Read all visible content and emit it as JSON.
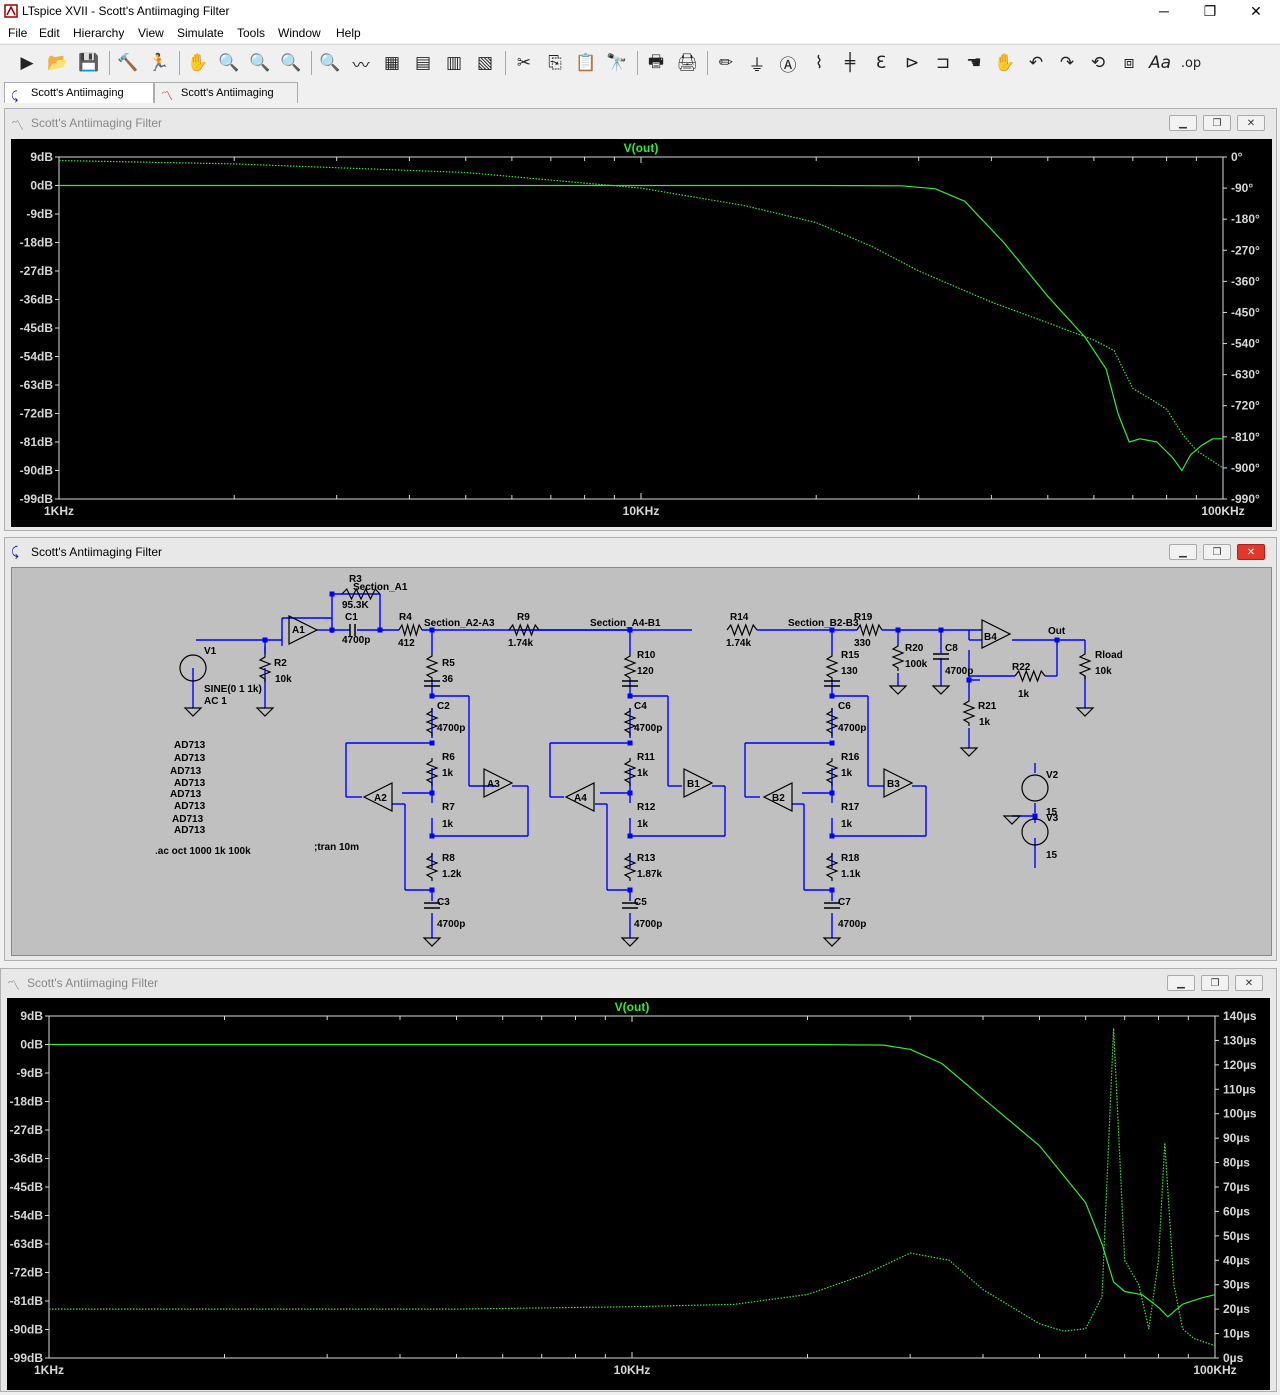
{
  "app": {
    "window_title": "LTspice XVII - Scott's Antiimaging Filter",
    "min_glyph": "─",
    "max_glyph": "❐",
    "close_glyph": "✕"
  },
  "menu": [
    "File",
    "Edit",
    "Hierarchy",
    "View",
    "Simulate",
    "Tools",
    "Window",
    "Help"
  ],
  "toolbar_icons": [
    "run-icon",
    "open-icon",
    "save-icon",
    "control-panel-icon",
    "halt-icon",
    "pan-icon",
    "zoom-in-icon",
    "zoom-full-icon",
    "zoom-out-icon",
    "zoom-fit-icon",
    "autoscale-icon",
    "plot-settings-icon",
    "tile-horizontal-icon",
    "cascade-icon",
    "tile-vertical-icon",
    "cut-icon",
    "copy-icon",
    "paste-icon",
    "find-icon",
    "print-icon",
    "print-setup-icon",
    "pencil-icon",
    "ground-icon",
    "label-icon",
    "resistor-icon",
    "capacitor-icon",
    "inductor-icon",
    "diode-icon",
    "component-icon",
    "move-icon",
    "drag-icon",
    "undo-icon",
    "redo-icon",
    "rotate-icon",
    "mirror-icon",
    "text-icon",
    "spice-directive-icon"
  ],
  "toolbar_glyphs": [
    "▶",
    "📂",
    "💾",
    "🔨",
    "🏃",
    "✋",
    "🔍",
    "🔍",
    "🔍",
    "🔍",
    "〰",
    "▦",
    "▤",
    "▥",
    "▧",
    "✂",
    "⎘",
    "📋",
    "🔭",
    "🖶",
    "🖨",
    "✏",
    "⏚",
    "Ⓐ",
    "⌇",
    "╪",
    "Ɛ",
    "⊳",
    "⊐",
    "☚",
    "✋",
    "↶",
    "↷",
    "⟲",
    "⧈",
    "Aa",
    ".op"
  ],
  "tabs": [
    {
      "label": "Scott's Antiimaging Filter",
      "icon": "schematic-icon",
      "glyph": "⤹"
    },
    {
      "label": "Scott's Antiimaging Filter",
      "icon": "waveform-icon",
      "glyph": "〽"
    }
  ],
  "windows": [
    {
      "title": "Scott's Antiimaging Filter",
      "glyph": "〽"
    },
    {
      "title": "Scott's Antiimaging Filter",
      "glyph": "⤹"
    },
    {
      "title": "Scott's Antiimaging Filter",
      "glyph": "〽"
    }
  ],
  "colors": {
    "trace": "#39e839",
    "axis": "#d8d8d8",
    "plot_bg": "#000000",
    "wire": "#0000ff",
    "schem_bg": "#c0c0c0"
  },
  "chart_data": [
    {
      "type": "line",
      "title": "V(out)",
      "x_scale": "log",
      "xlim": [
        1000,
        100000
      ],
      "x_ticks": [
        "1KHz",
        "10KHz",
        "100KHz"
      ],
      "y_ticks": [
        "9dB",
        "0dB",
        "-9dB",
        "-18dB",
        "-27dB",
        "-36dB",
        "-45dB",
        "-54dB",
        "-63dB",
        "-72dB",
        "-81dB",
        "-90dB",
        "-99dB"
      ],
      "ylim": [
        -99,
        9
      ],
      "y2_ticks": [
        "0°",
        "-90°",
        "-180°",
        "-270°",
        "-360°",
        "-450°",
        "-540°",
        "-630°",
        "-720°",
        "-810°",
        "-900°",
        "-990°"
      ],
      "y2lim": [
        -990,
        0
      ],
      "series": [
        {
          "style": "solid",
          "axis": "left",
          "x": [
            1000,
            5000,
            10000,
            20000,
            28000,
            32000,
            36000,
            42000,
            50000,
            58000,
            63000,
            66000,
            69000,
            72000,
            77000,
            82000,
            85000,
            88000,
            92000,
            96000,
            100000
          ],
          "values": [
            0,
            0,
            0,
            0,
            -0.1,
            -1,
            -5,
            -18,
            -35,
            -48,
            -58,
            -72,
            -81,
            -80,
            -81,
            -86,
            -90,
            -85,
            -82,
            -80,
            -80
          ]
        },
        {
          "style": "dotted",
          "axis": "right",
          "x": [
            1000,
            2000,
            5000,
            10000,
            15000,
            20000,
            25000,
            30000,
            40000,
            50000,
            60000,
            65000,
            70000,
            75000,
            80000,
            85000,
            90000,
            100000
          ],
          "values": [
            -10,
            -20,
            -45,
            -90,
            -140,
            -190,
            -260,
            -330,
            -420,
            -480,
            -530,
            -560,
            -670,
            -700,
            -730,
            -800,
            -850,
            -900
          ]
        }
      ]
    },
    {
      "type": "line",
      "title": "V(out)",
      "x_scale": "log",
      "xlim": [
        1000,
        100000
      ],
      "x_ticks": [
        "1KHz",
        "10KHz",
        "100KHz"
      ],
      "y_ticks": [
        "9dB",
        "0dB",
        "-9dB",
        "-18dB",
        "-27dB",
        "-36dB",
        "-45dB",
        "-54dB",
        "-63dB",
        "-72dB",
        "-81dB",
        "-90dB",
        "-99dB"
      ],
      "ylim": [
        -99,
        9
      ],
      "y2_ticks": [
        "140µs",
        "130µs",
        "120µs",
        "110µs",
        "100µs",
        "90µs",
        "80µs",
        "70µs",
        "60µs",
        "50µs",
        "40µs",
        "30µs",
        "20µs",
        "10µs",
        "0µs"
      ],
      "y2lim": [
        0,
        140
      ],
      "series": [
        {
          "style": "solid",
          "axis": "left",
          "x": [
            1000,
            5000,
            10000,
            20000,
            27000,
            30000,
            34000,
            40000,
            50000,
            60000,
            64000,
            67000,
            70000,
            75000,
            80000,
            83000,
            88000,
            95000,
            100000
          ],
          "values": [
            0,
            0,
            0,
            0,
            -0.2,
            -1.5,
            -6,
            -17,
            -32,
            -50,
            -63,
            -75,
            -78,
            -79,
            -83,
            -86,
            -82,
            -80,
            -79
          ]
        },
        {
          "style": "dotted",
          "axis": "right",
          "x": [
            1000,
            5000,
            10000,
            15000,
            20000,
            25000,
            30000,
            35000,
            40000,
            50000,
            55000,
            60000,
            64000,
            67000,
            70000,
            74000,
            77000,
            80000,
            82000,
            85000,
            88000,
            92000,
            100000
          ],
          "values": [
            20,
            20,
            21,
            22,
            26,
            34,
            43,
            40,
            28,
            14,
            11,
            12,
            25,
            135,
            40,
            30,
            12,
            40,
            88,
            30,
            12,
            8,
            5
          ]
        }
      ]
    }
  ],
  "schematic": {
    "labels": [
      {
        "id": "r3",
        "text": "R3"
      },
      {
        "id": "section_a1",
        "text": "Section_A1"
      },
      {
        "id": "r3v",
        "text": "95.3K"
      },
      {
        "id": "c1",
        "text": "C1"
      },
      {
        "id": "c1v",
        "text": "4700p"
      },
      {
        "id": "r4",
        "text": "R4"
      },
      {
        "id": "r4v",
        "text": "412"
      },
      {
        "id": "sec_a2a3",
        "text": "Section_A2-A3"
      },
      {
        "id": "r9",
        "text": "R9"
      },
      {
        "id": "r9v",
        "text": "1.74k"
      },
      {
        "id": "sec_a4b1",
        "text": "Section_A4-B1"
      },
      {
        "id": "r14",
        "text": "R14"
      },
      {
        "id": "r14v",
        "text": "1.74k"
      },
      {
        "id": "sec_b2b3",
        "text": "Section_B2-B3"
      },
      {
        "id": "r19",
        "text": "R19"
      },
      {
        "id": "r19v",
        "text": "330"
      },
      {
        "id": "v1",
        "text": "V1"
      },
      {
        "id": "r2",
        "text": "R2"
      },
      {
        "id": "r2v",
        "text": "10k"
      },
      {
        "id": "sine",
        "text": "SINE(0 1 1k)"
      },
      {
        "id": "ac1",
        "text": "AC 1"
      },
      {
        "id": "a1",
        "text": "A1"
      },
      {
        "id": "r5",
        "text": "R5"
      },
      {
        "id": "r5v",
        "text": "36"
      },
      {
        "id": "c2",
        "text": "C2"
      },
      {
        "id": "c2v",
        "text": "4700p"
      },
      {
        "id": "r6",
        "text": "R6"
      },
      {
        "id": "r6v",
        "text": "1k"
      },
      {
        "id": "r7",
        "text": "R7"
      },
      {
        "id": "r7v",
        "text": "1k"
      },
      {
        "id": "r8",
        "text": "R8"
      },
      {
        "id": "r8v",
        "text": "1.2k"
      },
      {
        "id": "c3",
        "text": "C3"
      },
      {
        "id": "c3v",
        "text": "4700p"
      },
      {
        "id": "a2",
        "text": "A2"
      },
      {
        "id": "a3",
        "text": "A3"
      },
      {
        "id": "r10",
        "text": "R10"
      },
      {
        "id": "r10v",
        "text": "120"
      },
      {
        "id": "c4",
        "text": "C4"
      },
      {
        "id": "c4v",
        "text": "4700p"
      },
      {
        "id": "r11",
        "text": "R11"
      },
      {
        "id": "r11v",
        "text": "1k"
      },
      {
        "id": "r12",
        "text": "R12"
      },
      {
        "id": "r12v",
        "text": "1k"
      },
      {
        "id": "r13",
        "text": "R13"
      },
      {
        "id": "r13v",
        "text": "1.87k"
      },
      {
        "id": "c5",
        "text": "C5"
      },
      {
        "id": "c5v",
        "text": "4700p"
      },
      {
        "id": "a4",
        "text": "A4"
      },
      {
        "id": "b1",
        "text": "B1"
      },
      {
        "id": "r15",
        "text": "R15"
      },
      {
        "id": "r15v",
        "text": "130"
      },
      {
        "id": "c6",
        "text": "C6"
      },
      {
        "id": "c6v",
        "text": "4700p"
      },
      {
        "id": "r16",
        "text": "R16"
      },
      {
        "id": "r16v",
        "text": "1k"
      },
      {
        "id": "r17",
        "text": "R17"
      },
      {
        "id": "r17v",
        "text": "1k"
      },
      {
        "id": "r18",
        "text": "R18"
      },
      {
        "id": "r18v",
        "text": "1.1k"
      },
      {
        "id": "c7",
        "text": "C7"
      },
      {
        "id": "c7v",
        "text": "4700p"
      },
      {
        "id": "b2",
        "text": "B2"
      },
      {
        "id": "b3",
        "text": "B3"
      },
      {
        "id": "r20",
        "text": "R20"
      },
      {
        "id": "r20v",
        "text": "100k"
      },
      {
        "id": "c8",
        "text": "C8"
      },
      {
        "id": "c8v",
        "text": "4700p"
      },
      {
        "id": "b4",
        "text": "B4"
      },
      {
        "id": "out",
        "text": "Out"
      },
      {
        "id": "rload",
        "text": "Rload"
      },
      {
        "id": "rloadv",
        "text": "10k"
      },
      {
        "id": "r22",
        "text": "R22"
      },
      {
        "id": "r22v",
        "text": "1k"
      },
      {
        "id": "r21",
        "text": "R21"
      },
      {
        "id": "r21v",
        "text": "1k"
      },
      {
        "id": "v2",
        "text": "V2"
      },
      {
        "id": "v2v",
        "text": "15"
      },
      {
        "id": "v3",
        "text": "V3"
      },
      {
        "id": "v3v",
        "text": "15"
      },
      {
        "id": "ad1",
        "text": "AD713"
      },
      {
        "id": "ad2",
        "text": "AD713"
      },
      {
        "id": "ad3",
        "text": "AD713"
      },
      {
        "id": "ad4",
        "text": "AD713"
      },
      {
        "id": "ad5",
        "text": "AD713"
      },
      {
        "id": "ad6",
        "text": "AD713"
      },
      {
        "id": "ad7",
        "text": "AD713"
      },
      {
        "id": "ad8",
        "text": "AD713"
      },
      {
        "id": "ac_dir",
        "text": ".ac oct 1000 1k 100k"
      },
      {
        "id": "tran_dir",
        "text": ";tran 10m"
      }
    ]
  }
}
